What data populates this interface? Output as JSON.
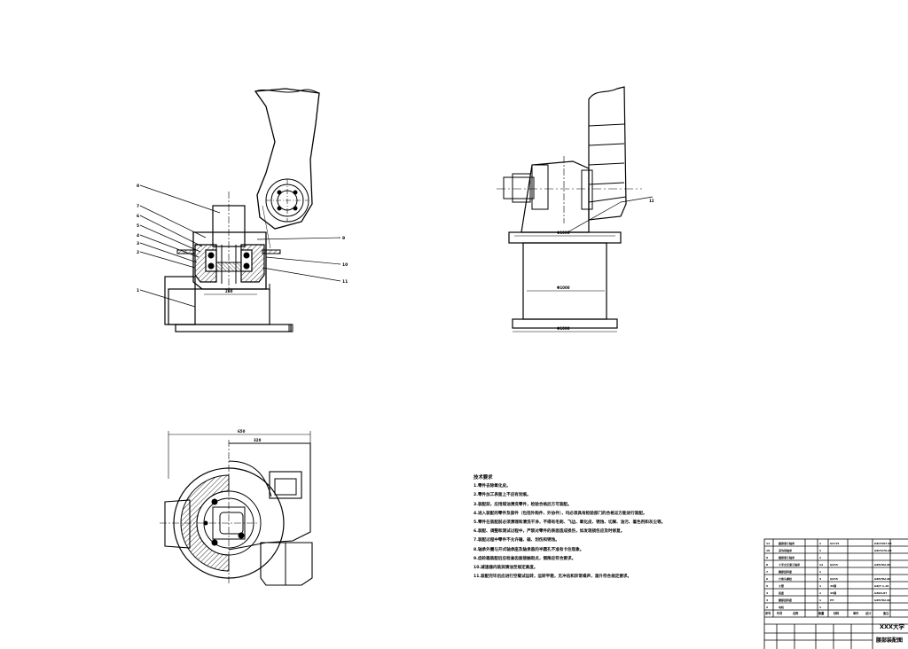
{
  "drawing": {
    "front_view": {
      "leaders": [
        "8",
        "7",
        "6",
        "5",
        "4",
        "3",
        "2",
        "1",
        "9",
        "10",
        "11"
      ],
      "dims": [
        "200"
      ]
    },
    "side_view": {
      "leaders": [
        "12"
      ],
      "dims": [
        "Φ1000",
        "Φ1000",
        "Φ1000"
      ]
    },
    "top_view": {
      "dims": [
        "650",
        "320"
      ]
    }
  },
  "technical_notes": {
    "title": "技术要求",
    "items": [
      "1.零件去除氧化皮。",
      "2.零件加工表面上不应有划痕。",
      "3.装配前，应用煤油清洗零件，检验合格后方可装配。",
      "4.进入装配的零件及部件（包括外购件、外协件），均必须具有检验部门的合格证方能进行装配。",
      "5.零件在装配前必须清理和清洗干净，不得有毛刺、飞边、氧化皮、锈蚀、切屑、油污、着色剂和灰尘等。",
      "6.装配、调整和测试过程中，严禁对零件的表面造成损伤，如发现损伤应及时修复。",
      "7.装配过程中零件不允许磕、碰、划伤和锈蚀。",
      "8.轴承外圈与开式轴承座及轴承盖的半圆孔不准有卡住现象。",
      "9.齿轮箱装配后应检查齿面接触斑点，侧隙应符合要求。",
      "10.减速器内装润滑油至规定高度。",
      "11.装配完毕后应进行空载试运转，运转平稳，无冲击和异常噪声，温升符合规定要求。"
    ]
  },
  "title_block": {
    "parts": [
      {
        "no": "11",
        "name": "圆锥滚子轴承",
        "qty": "1",
        "material": "GCr15",
        "std": "GB/T297-94"
      },
      {
        "no": "10",
        "name": "深沟球轴承",
        "qty": "1",
        "material": "",
        "std": "GB/T276-94"
      },
      {
        "no": "9",
        "name": "圆锥滚子轴承",
        "qty": "1",
        "material": "",
        "std": ""
      },
      {
        "no": "8",
        "name": "十字交叉滚子轴承",
        "qty": "12",
        "material": "Q235",
        "std": "GB5782-86"
      },
      {
        "no": "7",
        "name": "腰部回转座",
        "qty": "1",
        "material": "",
        "std": ""
      },
      {
        "no": "6",
        "name": "六角头螺栓",
        "qty": "4",
        "material": "Q235",
        "std": "GB5782-86"
      },
      {
        "no": "5",
        "name": "大臂",
        "qty": "1",
        "material": "45钢",
        "std": "GB/T 1.16"
      },
      {
        "no": "4",
        "name": "底座",
        "qty": "1",
        "material": "45钢",
        "std": "GB93-87"
      },
      {
        "no": "3",
        "name": "腰部回转座",
        "qty": "1",
        "material": "HT",
        "std": "GB5782-86"
      },
      {
        "no": "2",
        "name": "电机",
        "qty": "1",
        "material": "",
        "std": ""
      },
      {
        "no": "1",
        "name": "底座",
        "qty": "1",
        "material": "HT200",
        "std": ""
      },
      {
        "no": "",
        "name": "腰部",
        "qty": "1",
        "material": "HT200",
        "std": ""
      }
    ],
    "header": [
      "序号",
      "代号",
      "名称",
      "数量",
      "材料",
      "单件",
      "总计",
      "备注"
    ],
    "school": "XXX大学",
    "drawing_title": "腰部装配图"
  }
}
